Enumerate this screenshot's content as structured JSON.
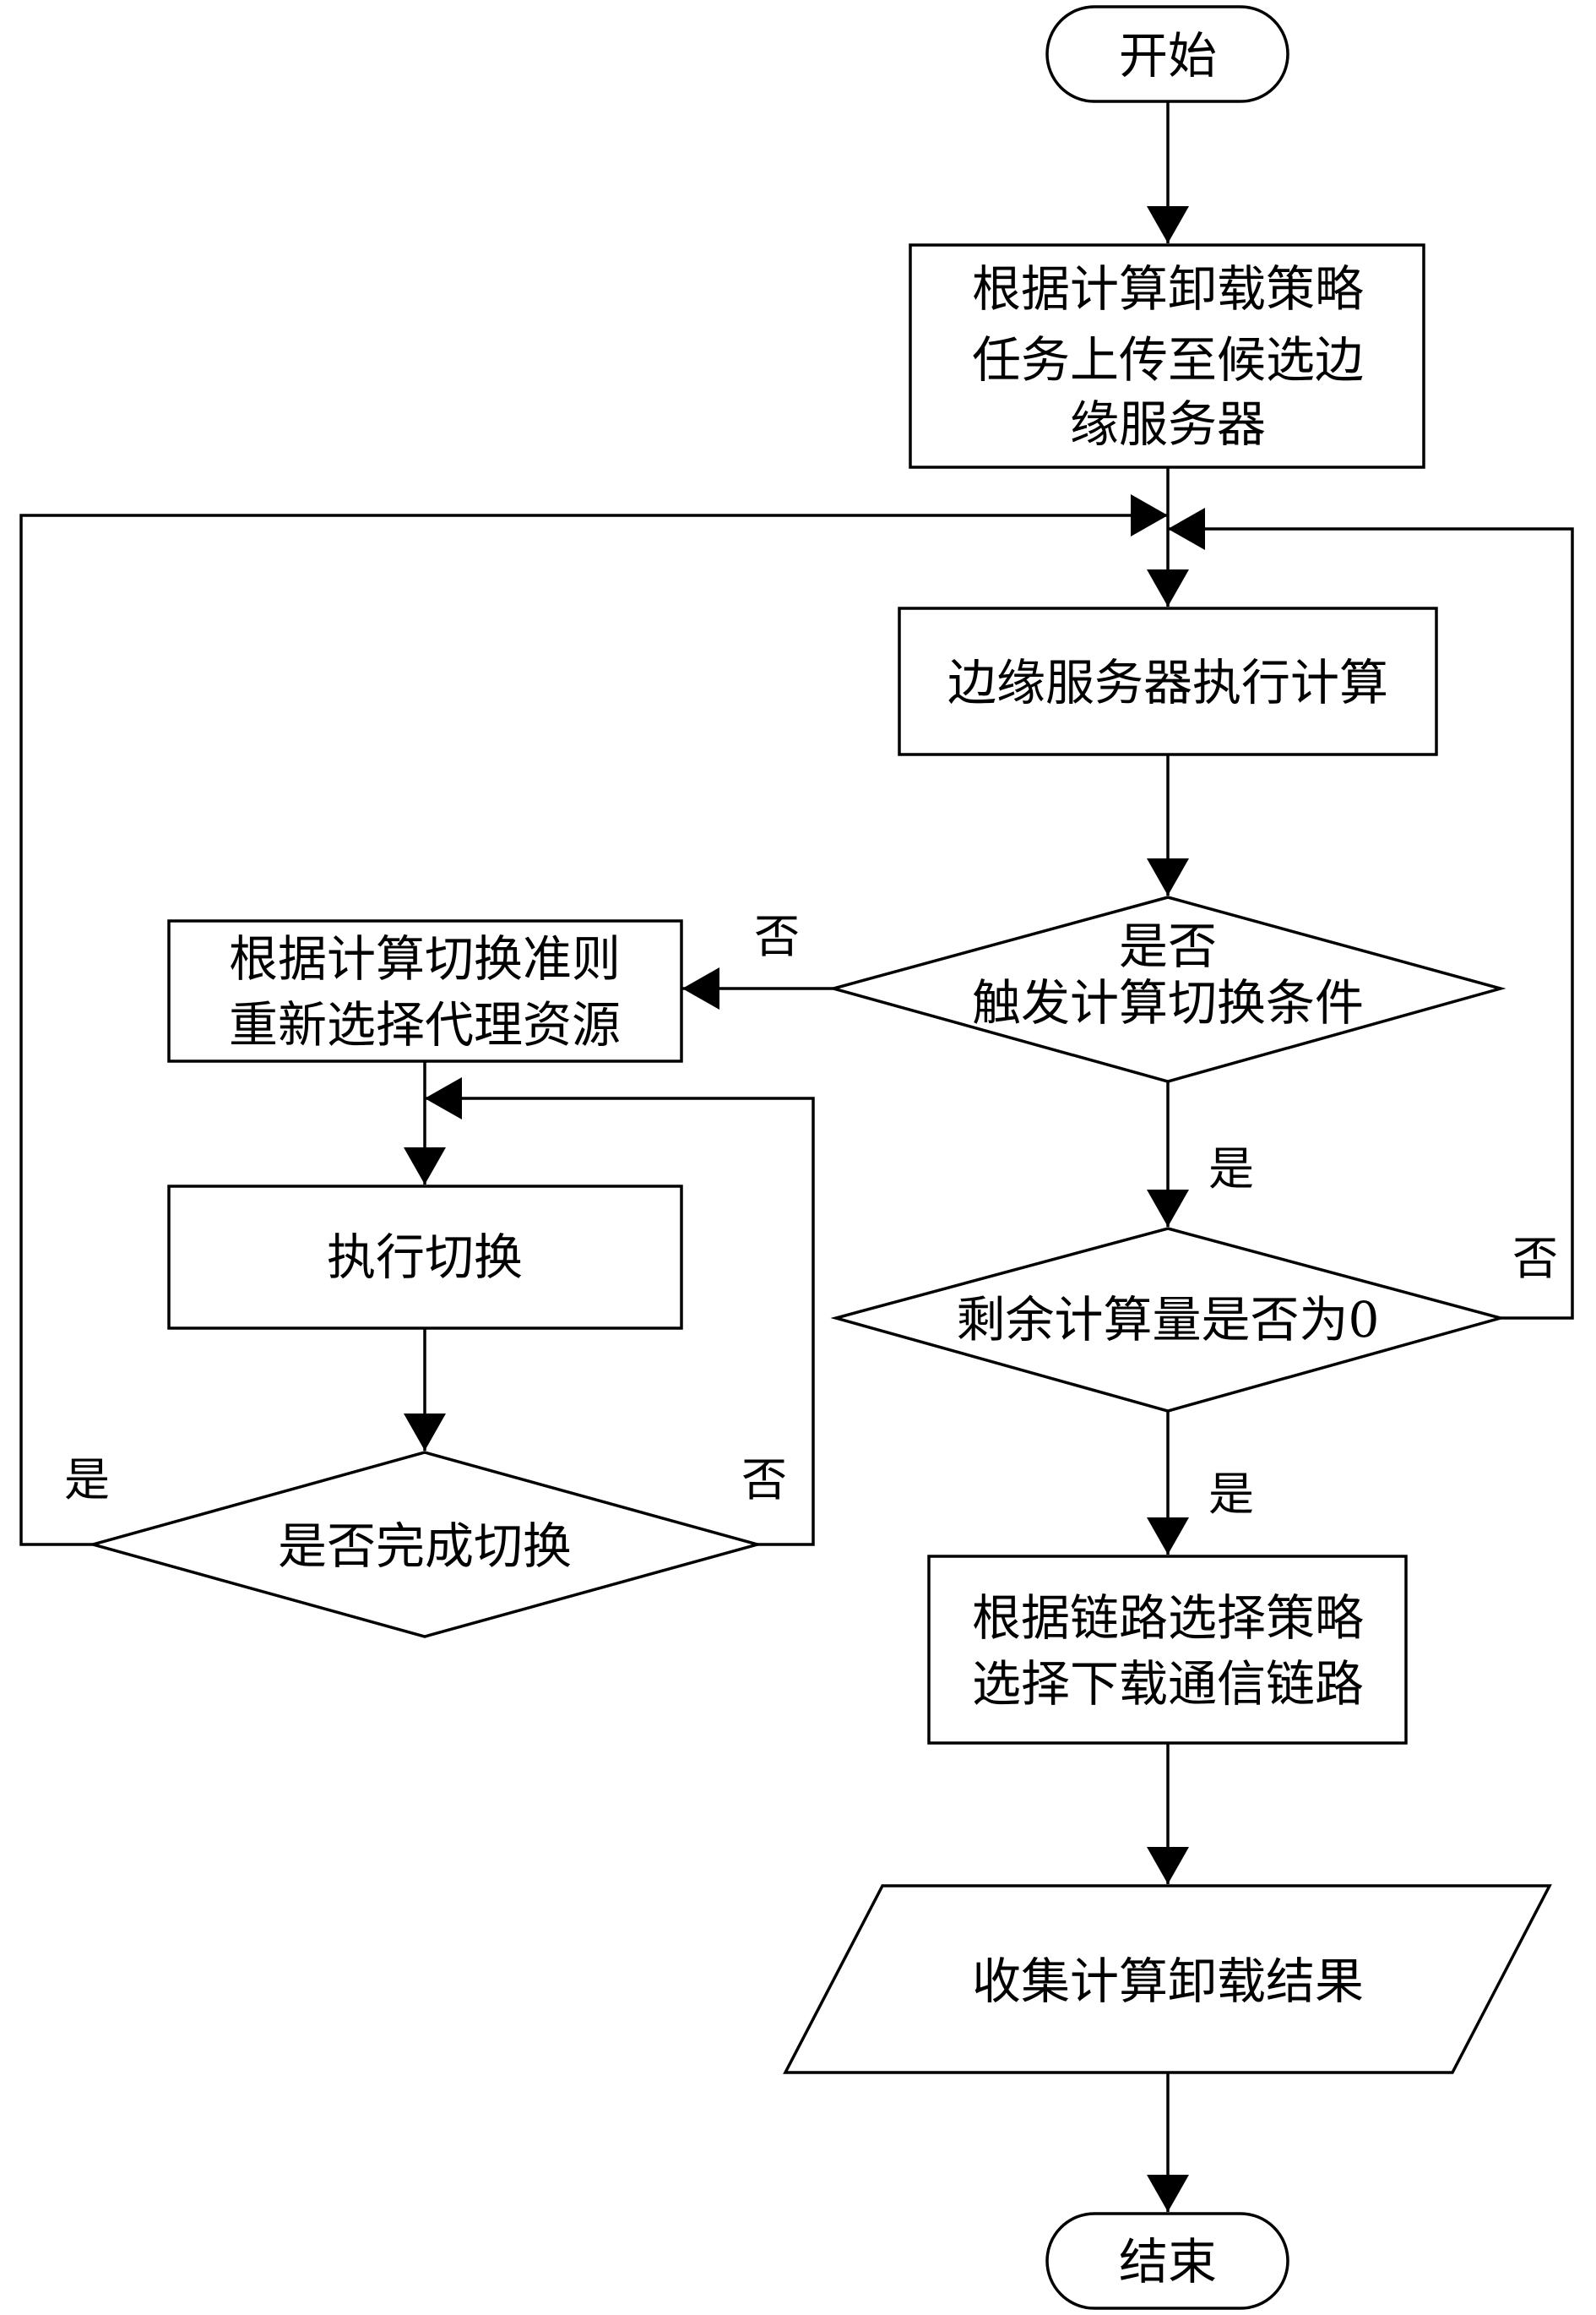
{
  "nodes": {
    "start": {
      "lines": [
        "开始"
      ]
    },
    "upload": {
      "lines": [
        "根据计算卸载策略",
        "任务上传至候选边",
        "缘服务器"
      ]
    },
    "execute": {
      "lines": [
        "边缘服务器执行计算"
      ]
    },
    "trigger": {
      "lines": [
        "是否",
        "触发计算切换条件"
      ]
    },
    "reselect": {
      "lines": [
        "根据计算切换准则",
        "重新选择代理资源"
      ]
    },
    "do_switch": {
      "lines": [
        "执行切换"
      ]
    },
    "switch_done": {
      "lines": [
        "是否完成切换"
      ]
    },
    "remaining": {
      "lines": [
        "剩余计算量是否为0"
      ]
    },
    "link": {
      "lines": [
        "根据链路选择策略",
        "选择下载通信链路"
      ]
    },
    "collect": {
      "lines": [
        "收集计算卸载结果"
      ]
    },
    "end": {
      "lines": [
        "结束"
      ]
    }
  },
  "labels": {
    "trigger_no": "否",
    "trigger_yes": "是",
    "remaining_no": "否",
    "remaining_yes": "是",
    "switch_yes": "是",
    "switch_no": "否"
  }
}
